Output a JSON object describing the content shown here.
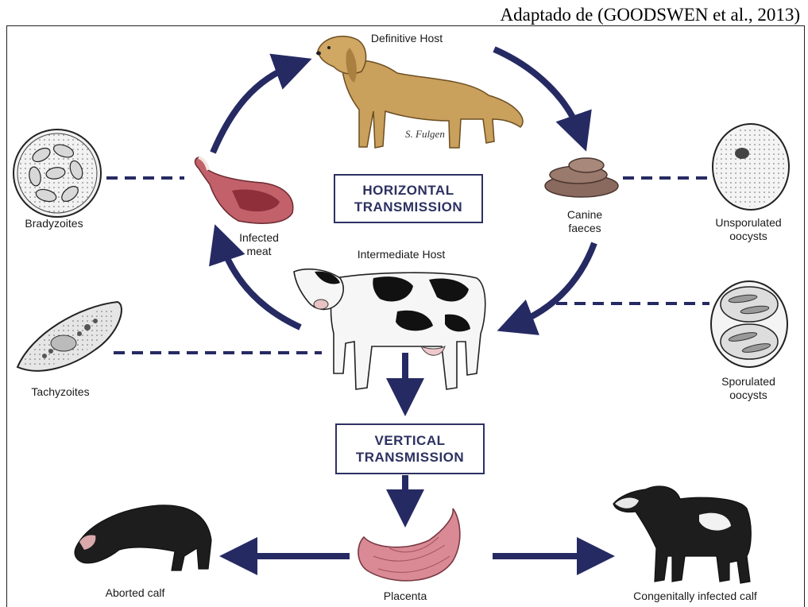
{
  "citation": "Adaptado de (GOODSWEN et al., 2013)",
  "boxes": {
    "horizontal": [
      "HORIZONTAL",
      "TRANSMISSION"
    ],
    "vertical": [
      "VERTICAL",
      "TRANSMISSION"
    ]
  },
  "labels": {
    "definitive_host": "Definitive Host",
    "intermediate_host": "Intermediate Host",
    "infected_meat": [
      "Infected",
      "meat"
    ],
    "canine_faeces": [
      "Canine",
      "faeces"
    ],
    "bradyzoites": "Bradyzoites",
    "tachyzoites": "Tachyzoites",
    "unsporulated": [
      "Unsporulated",
      "oocysts"
    ],
    "sporulated": [
      "Sporulated",
      "oocysts"
    ],
    "placenta": "Placenta",
    "aborted_calf": "Aborted calf",
    "congenital_calf": "Congenitally infected calf"
  },
  "artist_signature": "S. Fulgen",
  "colors": {
    "arrow": "#262a63",
    "box_text": "#2d3161",
    "dog": "#c9a05c",
    "meat": "#b8505a",
    "faeces": "#8a6a5e",
    "placenta": "#d98a94"
  }
}
